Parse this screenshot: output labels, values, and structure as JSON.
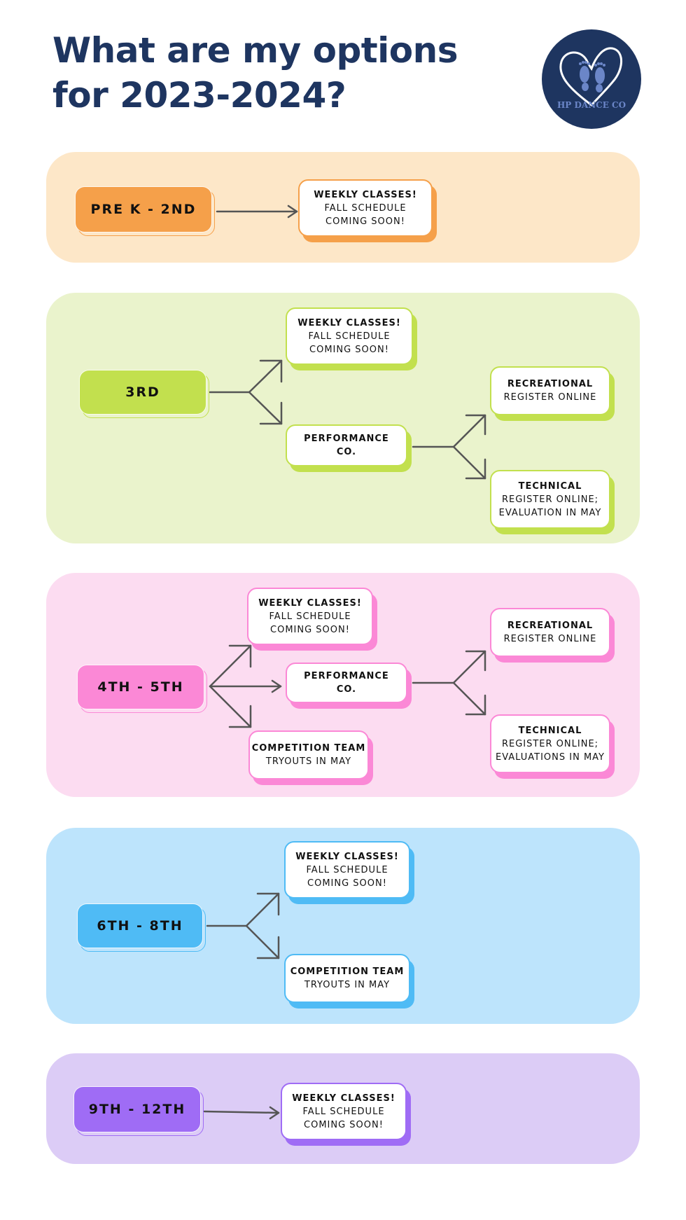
{
  "title": {
    "line1": "What are my options",
    "line2": "for 2023-2024?"
  },
  "logo": {
    "text": "HP DANCE CO",
    "bg": "#1e3560"
  },
  "colors": {
    "orange": "#f5a04a",
    "orange_bg": "#fde7c8",
    "green": "#c2e04e",
    "green_bg": "#eaf3cc",
    "pink": "#fb88d6",
    "pink_bg": "#fcdcf1",
    "blue": "#4fbbf5",
    "blue_bg": "#bde4fc",
    "purple": "#9f6cf5",
    "purple_bg": "#dcccf6"
  },
  "sections": {
    "prek": {
      "grade": "PRE K - 2ND",
      "weekly": {
        "l1": "WEEKLY CLASSES!",
        "l2": "FALL SCHEDULE",
        "l3": "COMING SOON!"
      }
    },
    "third": {
      "grade": "3RD",
      "weekly": {
        "l1": "WEEKLY CLASSES!",
        "l2": "FALL SCHEDULE",
        "l3": "COMING SOON!"
      },
      "performance": {
        "l1": "PERFORMANCE",
        "l2": "CO."
      },
      "recreational": {
        "l1": "RECREATIONAL",
        "l2": "REGISTER ONLINE"
      },
      "technical": {
        "l1": "TECHNICAL",
        "l2": "REGISTER ONLINE;",
        "l3": "EVALUATION IN MAY"
      }
    },
    "fourth": {
      "grade": "4TH - 5TH",
      "weekly": {
        "l1": "WEEKLY CLASSES!",
        "l2": "FALL SCHEDULE",
        "l3": "COMING SOON!"
      },
      "performance": {
        "l1": "PERFORMANCE",
        "l2": "CO."
      },
      "competition": {
        "l1": "COMPETITION TEAM",
        "l2": "TRYOUTS IN MAY"
      },
      "recreational": {
        "l1": "RECREATIONAL",
        "l2": "REGISTER ONLINE"
      },
      "technical": {
        "l1": "TECHNICAL",
        "l2": "REGISTER ONLINE;",
        "l3": "EVALUATIONS IN MAY"
      }
    },
    "sixth": {
      "grade": "6TH - 8TH",
      "weekly": {
        "l1": "WEEKLY CLASSES!",
        "l2": "FALL SCHEDULE",
        "l3": "COMING SOON!"
      },
      "competition": {
        "l1": "COMPETITION TEAM",
        "l2": "TRYOUTS IN MAY"
      }
    },
    "ninth": {
      "grade": "9TH - 12TH",
      "weekly": {
        "l1": "WEEKLY CLASSES!",
        "l2": "FALL SCHEDULE",
        "l3": "COMING SOON!"
      }
    }
  }
}
